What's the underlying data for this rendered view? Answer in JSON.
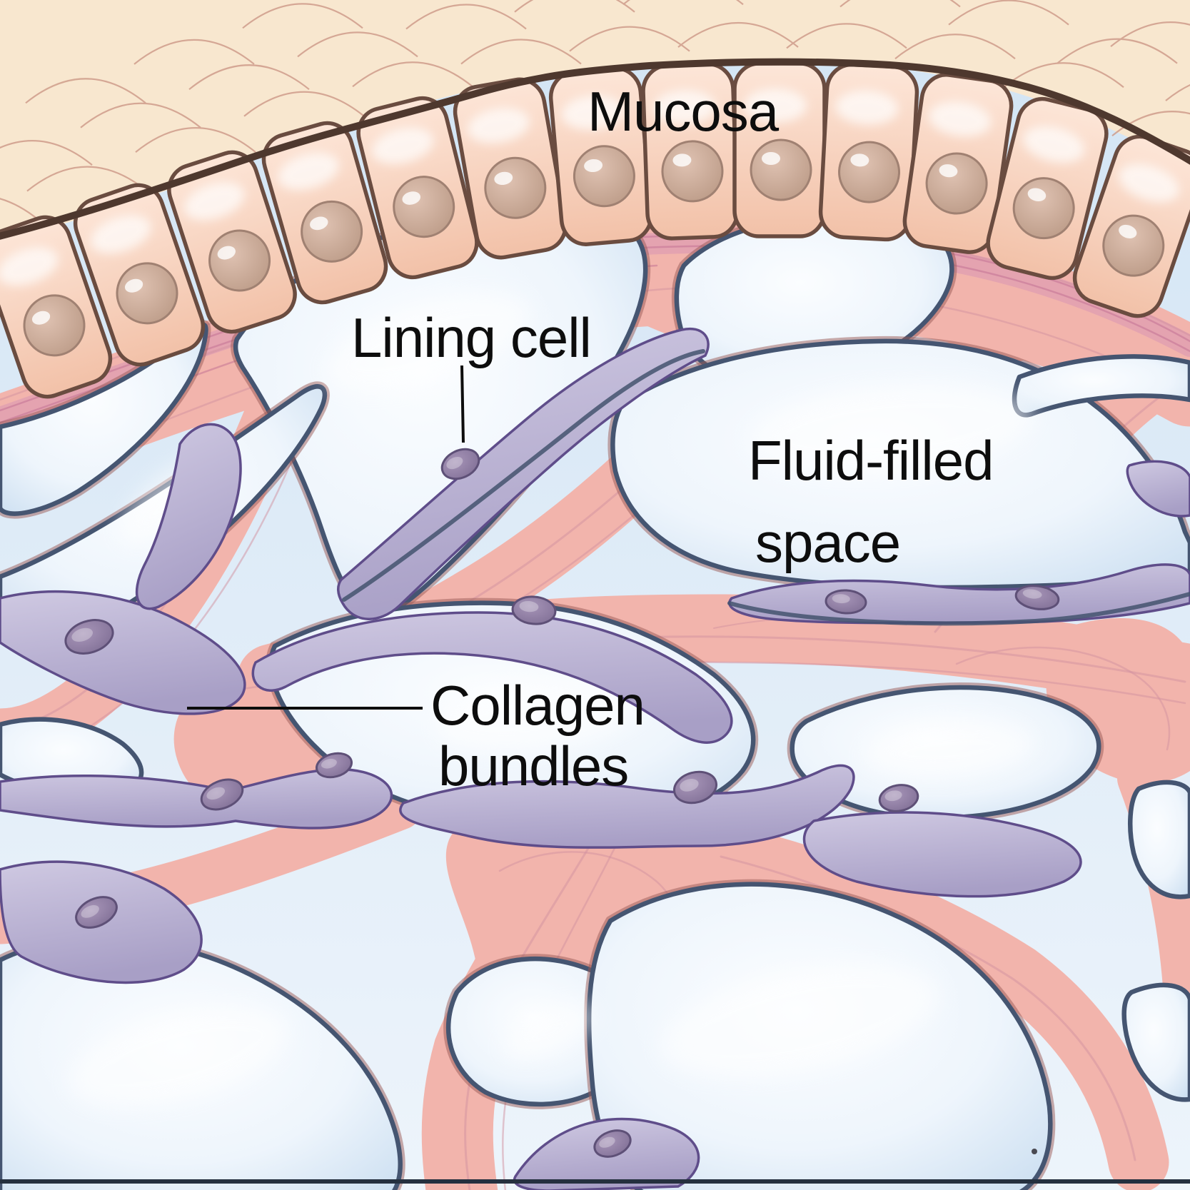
{
  "figure": {
    "labels": {
      "mucosa": "Mucosa",
      "lining_cell": "Lining cell",
      "fluid_filled_line1": "Fluid-filled",
      "fluid_filled_line2": "space",
      "collagen_line1": "Collagen",
      "collagen_line2": "bundles"
    },
    "colors": {
      "background_top": "#d2e4f4",
      "background_bottom": "#edf4fb",
      "fluid_center": "#fbfdff",
      "fluid_mid": "#eef5fc",
      "fluid_edge": "#c9ddf0",
      "fluid_outline": "#455571",
      "fluid_fringe": "#9a5a55",
      "collagen": "#f2b4ac",
      "collagen_fiber": "#d292a0",
      "collagen_fringe": "#e2a0b0",
      "collagen_streak": "#c06e92",
      "lining_cell_top": "#cfc9e2",
      "lining_cell_bottom": "#a89fc6",
      "lining_cell_outline": "#5f4d8a",
      "lining_accent": "#44536e",
      "nucleus_light": "#a795b8",
      "nucleus_dark": "#7c6b92",
      "nucleus_outline": "#5e5077",
      "epithelium_light": "#fde6d8",
      "epithelium_dark": "#f2c1a8",
      "epithelium_outline": "#6a4c40",
      "epithelium_nucleus_light": "#dfc2b2",
      "epithelium_nucleus_dark": "#b99884",
      "epithelium_nucleus_outline": "#a08172",
      "surface_tissue": "#f8e7cf",
      "surface_line": "#cf9d8b",
      "mucosa_top_line": "#4e382e",
      "label_text": "#0d0d0d",
      "bottom_rule": "#25303f"
    }
  }
}
